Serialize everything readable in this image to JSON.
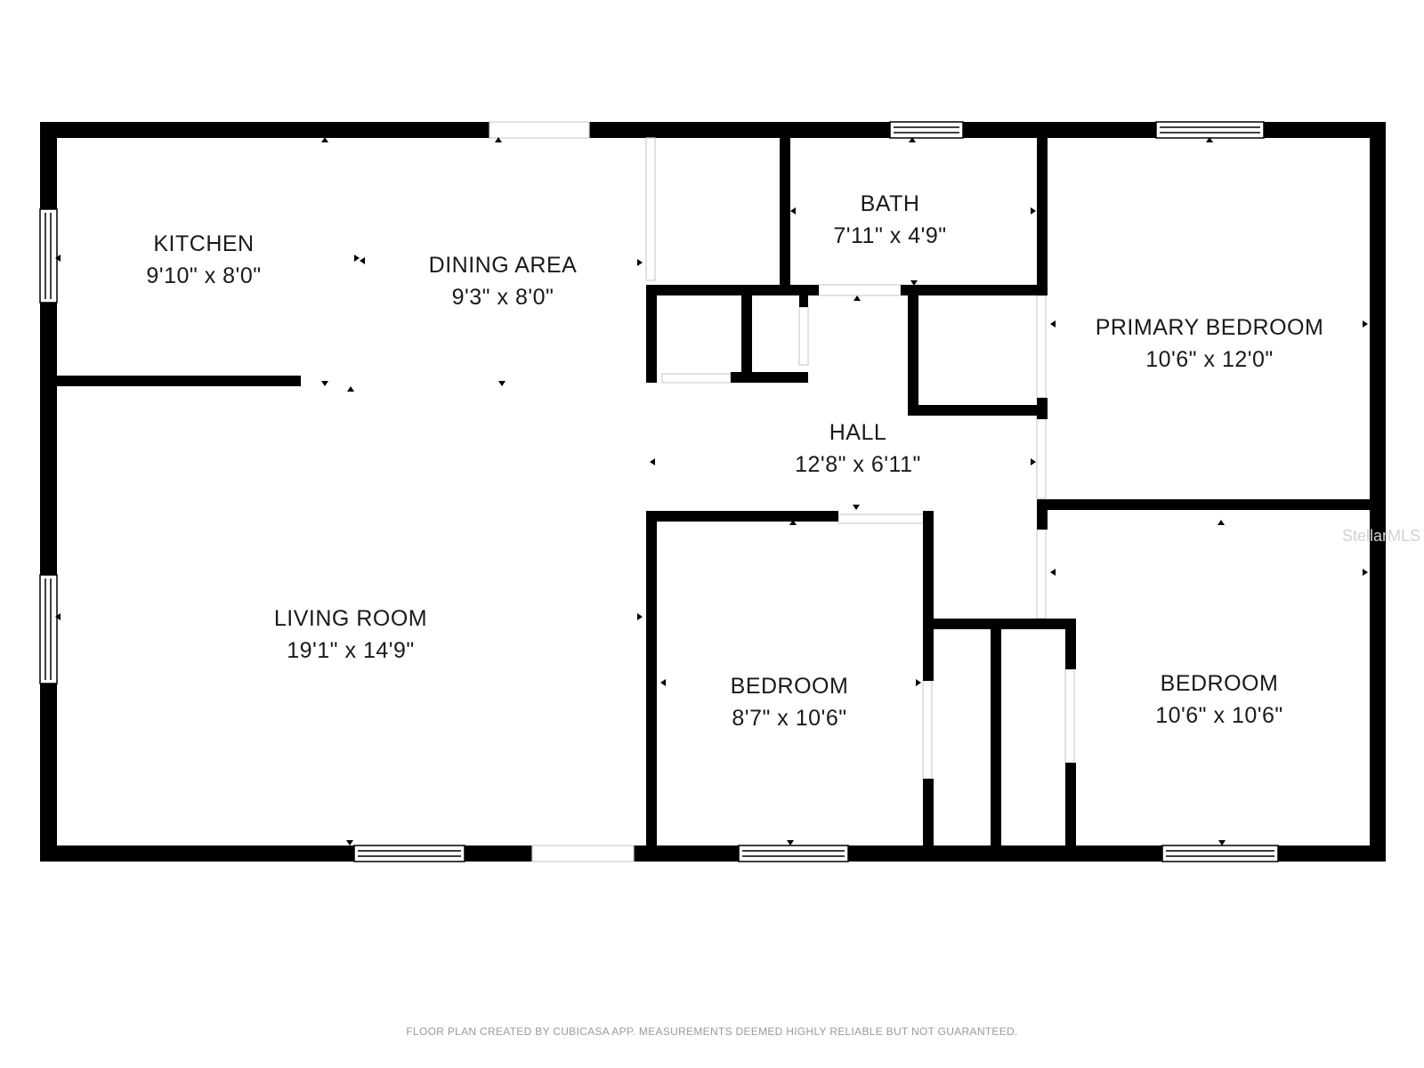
{
  "rooms": {
    "kitchen": {
      "name": "KITCHEN",
      "dims": "9'10\" x 8'0\""
    },
    "dining": {
      "name": "DINING AREA",
      "dims": "9'3\" x 8'0\""
    },
    "bath": {
      "name": "BATH",
      "dims": "7'11\" x 4'9\""
    },
    "primary_bedroom": {
      "name": "PRIMARY BEDROOM",
      "dims": "10'6\" x 12'0\""
    },
    "hall": {
      "name": "HALL",
      "dims": "12'8\" x 6'11\""
    },
    "living_room": {
      "name": "LIVING ROOM",
      "dims": "19'1\" x 14'9\""
    },
    "bedroom_a": {
      "name": "BEDROOM",
      "dims": "8'7\" x 10'6\""
    },
    "bedroom_b": {
      "name": "BEDROOM",
      "dims": "10'6\" x 10'6\""
    }
  },
  "watermark": "StellarMLS",
  "footer": "FLOOR PLAN CREATED BY CUBICASA APP. MEASUREMENTS DEEMED HIGHLY RELIABLE BUT NOT GUARANTEED.",
  "colors": {
    "wall": "#000000",
    "background": "#ffffff",
    "text": "#1a1a1a"
  }
}
